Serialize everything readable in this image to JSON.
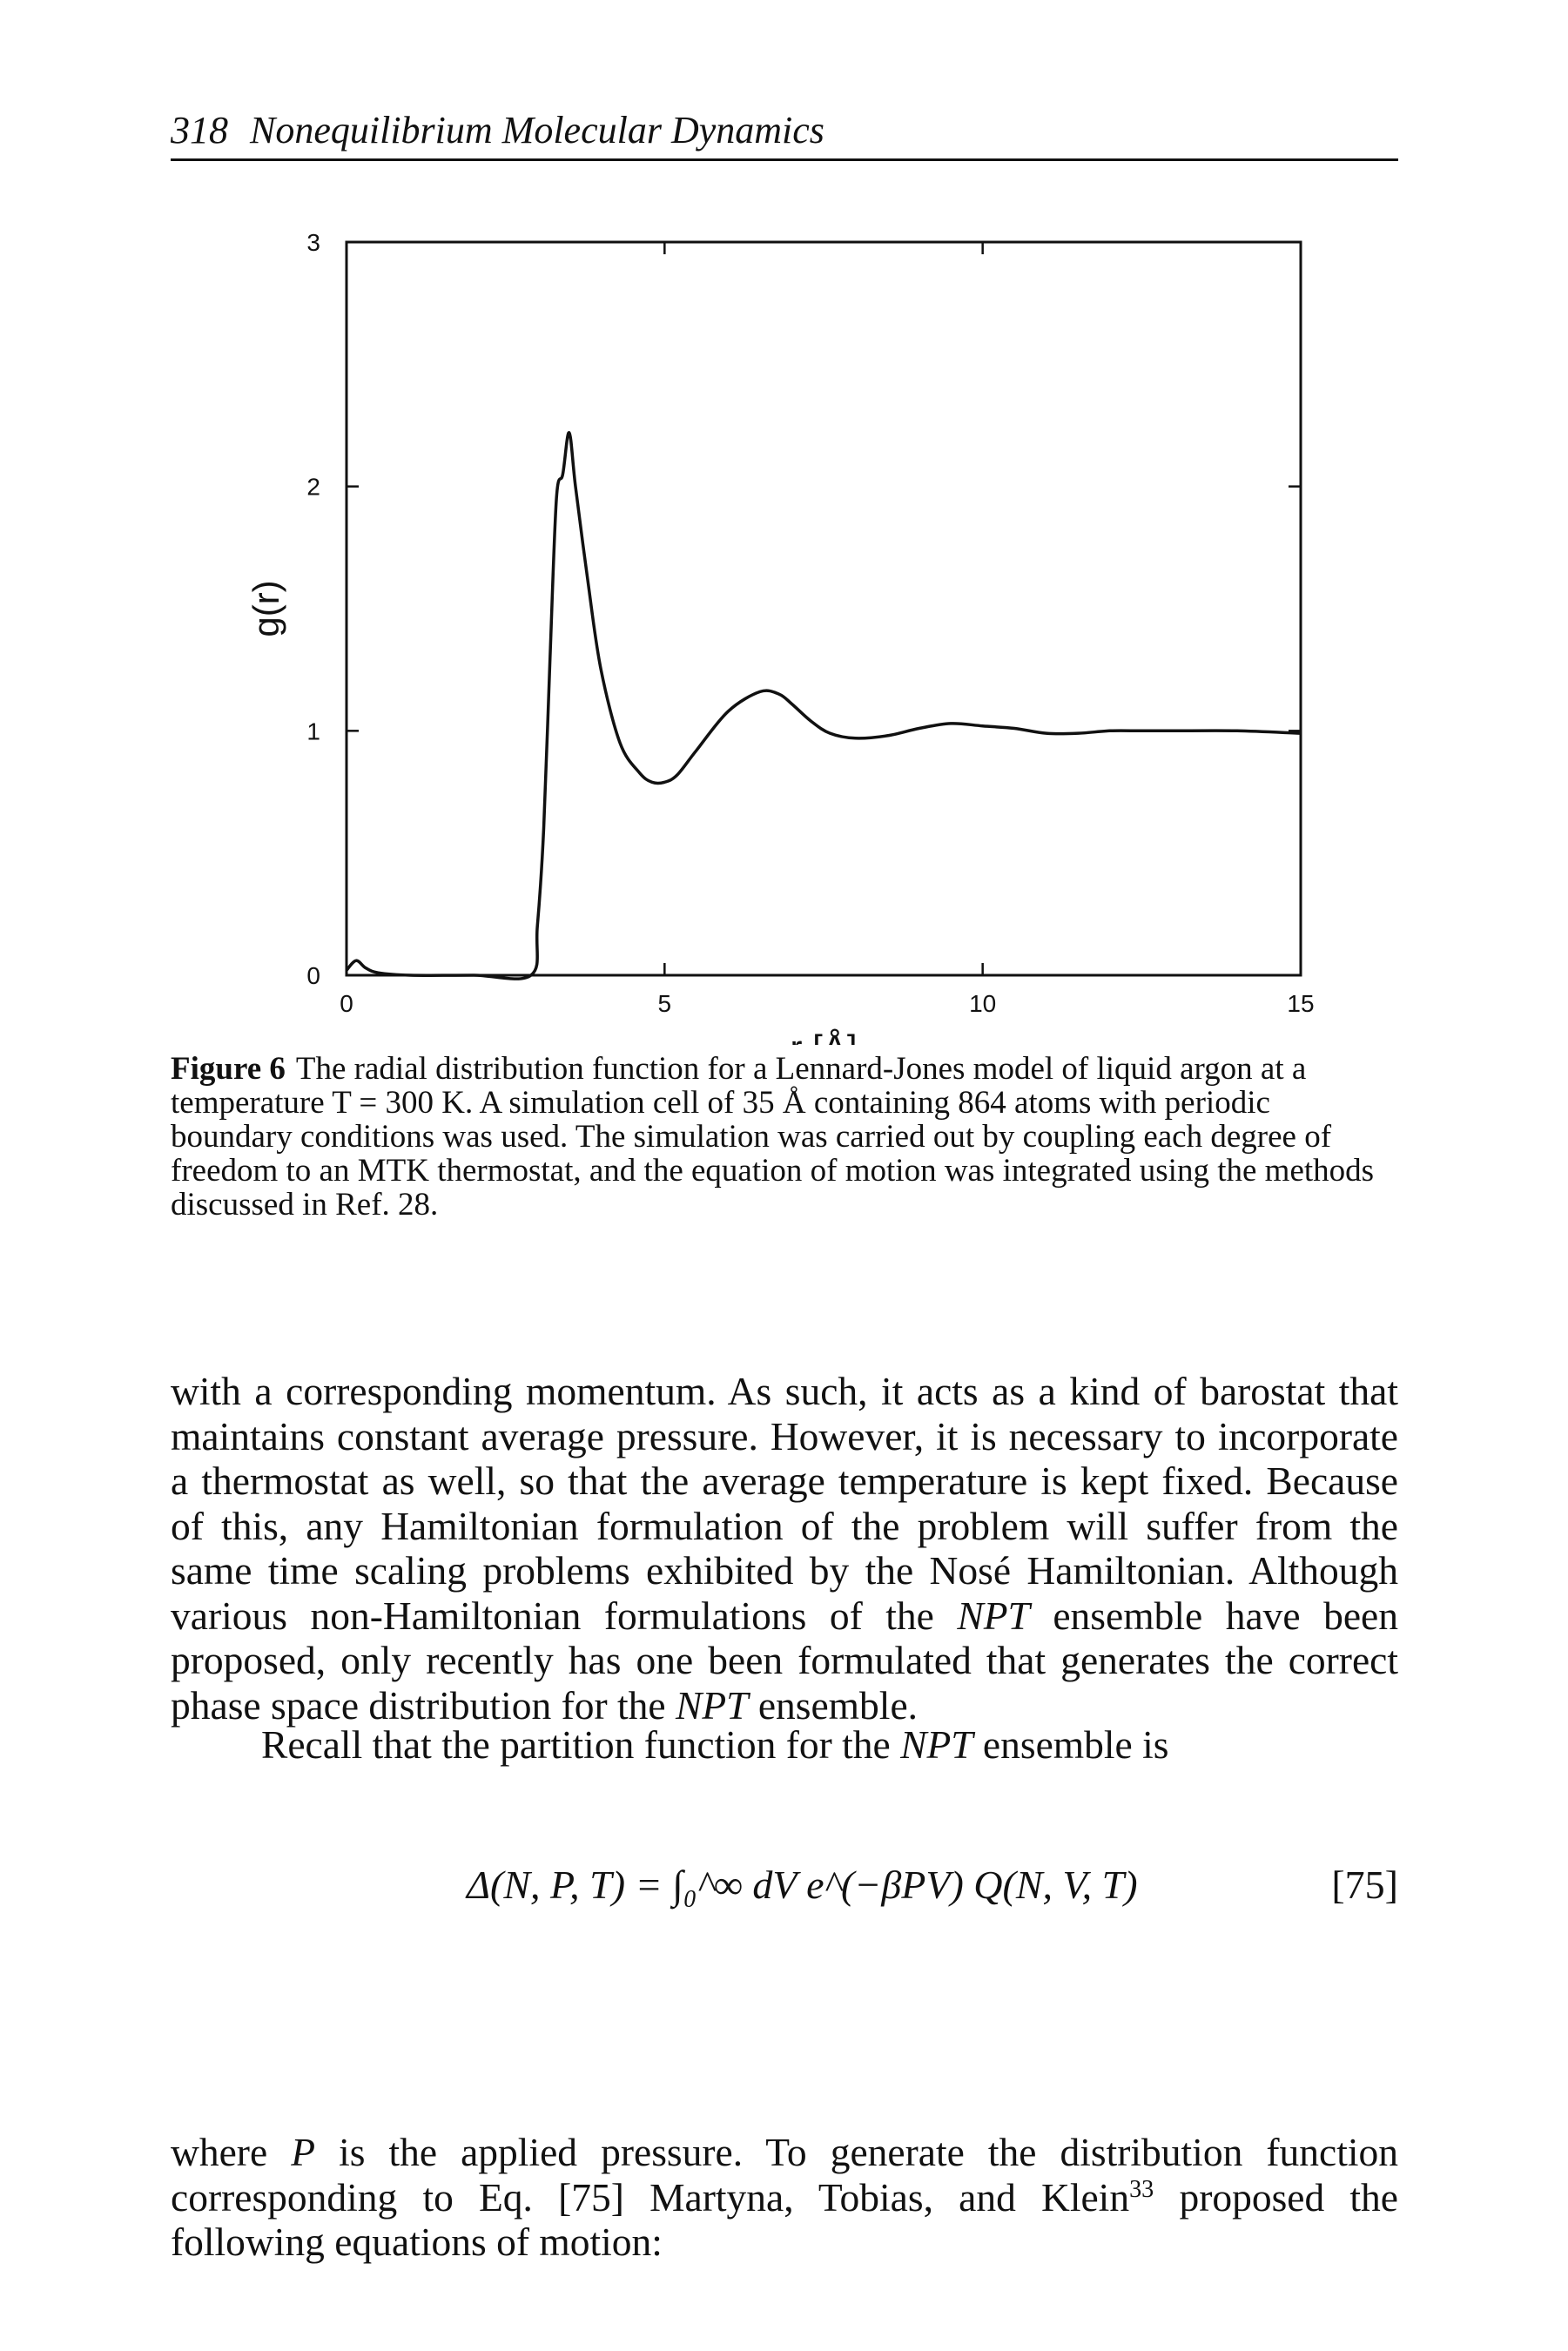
{
  "running_head": {
    "page_number": "318",
    "title": "Nonequilibrium Molecular Dynamics"
  },
  "chart_data": {
    "type": "line",
    "xlabel": "r [Å]",
    "ylabel": "g(r)",
    "xlim": [
      0,
      15
    ],
    "ylim": [
      0,
      3
    ],
    "xticks": [
      0,
      5,
      10,
      15
    ],
    "yticks": [
      0,
      1,
      2,
      3
    ],
    "grid": false,
    "series": [
      {
        "x": [
          0,
          0.15,
          0.3,
          0.5,
          1.0,
          2.0,
          2.9,
          3.0,
          3.1,
          3.2,
          3.3,
          3.4,
          3.5,
          3.6,
          3.8,
          4.0,
          4.3,
          4.6,
          4.8,
          5.0,
          5.2,
          5.5,
          6.0,
          6.5,
          6.8,
          7.0,
          7.3,
          7.6,
          8.0,
          8.5,
          9.0,
          9.5,
          10.0,
          10.5,
          11.0,
          11.5,
          12.0,
          12.5,
          13.0,
          14.0,
          15.0
        ],
        "y": [
          0.02,
          0.06,
          0.03,
          0.01,
          0.0,
          0.0,
          0.0,
          0.2,
          0.6,
          1.3,
          1.95,
          2.05,
          2.22,
          2.0,
          1.6,
          1.25,
          0.95,
          0.83,
          0.79,
          0.79,
          0.82,
          0.92,
          1.08,
          1.16,
          1.15,
          1.11,
          1.04,
          0.99,
          0.97,
          0.98,
          1.01,
          1.03,
          1.02,
          1.01,
          0.99,
          0.99,
          1.0,
          1.0,
          1.0,
          1.0,
          0.99
        ]
      }
    ]
  },
  "caption": {
    "label": "Figure 6",
    "text": "The radial distribution function for a Lennard-Jones model of liquid argon at a temperature T = 300 K. A simulation cell of 35 Å containing 864 atoms with periodic boundary conditions was used. The simulation was carried out by coupling each degree of freedom to an MTK thermostat, and the equation of motion was integrated using the methods discussed in Ref. 28."
  },
  "body": {
    "p1_a": "with a corresponding momentum. As such, it acts as a kind of barostat that maintains constant average pressure. However, it is necessary to incorporate a thermostat as well, so that the average temperature is kept fixed. Because of this, any Hamiltonian formulation of the problem will suffer from the same time scaling problems exhibited by the Nosé Hamiltonian. Although various non-Hamiltonian formulations of the ",
    "p1_em1": "NPT",
    "p1_b": " ensemble have been proposed, only recently has one been formulated that generates the correct phase space distribution for the ",
    "p1_em2": "NPT",
    "p1_c": " ensemble.",
    "p2_a": "Recall that the partition function for the ",
    "p2_em": "NPT",
    "p2_b": " ensemble is",
    "equation": "Δ(N, P, T) = ∫₀^∞ dV e^(−βPV) Q(N, V, T)",
    "equation_number": "[75]",
    "p3_a": "where ",
    "p3_em": "P",
    "p3_b": " is the applied pressure. To generate the distribution function corresponding to Eq. [75] Martyna, Tobias, and Klein",
    "p3_sup": "33",
    "p3_c": " proposed the following equations of motion:"
  }
}
